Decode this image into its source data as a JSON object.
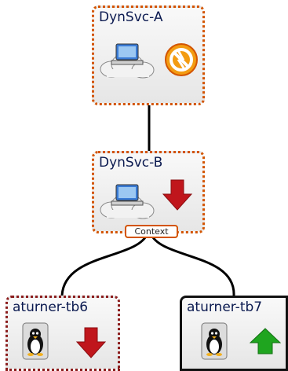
{
  "nodes": {
    "dynsvc_a": {
      "title": "DynSvc-A",
      "status_icon": "warning-sign-icon",
      "host_icon": "cloud-computer-icon"
    },
    "dynsvc_b": {
      "title": "DynSvc-B",
      "status_icon": "arrow-down-icon",
      "host_icon": "cloud-computer-icon",
      "tag": "Context"
    },
    "tb6": {
      "title": "aturner-tb6",
      "status_icon": "arrow-down-icon",
      "host_icon": "linux-tux-icon"
    },
    "tb7": {
      "title": "aturner-tb7",
      "status_icon": "arrow-up-icon",
      "host_icon": "linux-tux-icon"
    }
  },
  "colors": {
    "dyn_border": "#d35400",
    "tb6_border": "#8b1d1d",
    "tb7_border": "#111111",
    "down_arrow": "#c0161c",
    "up_arrow": "#1fa51f",
    "warning": "#f39c12"
  }
}
